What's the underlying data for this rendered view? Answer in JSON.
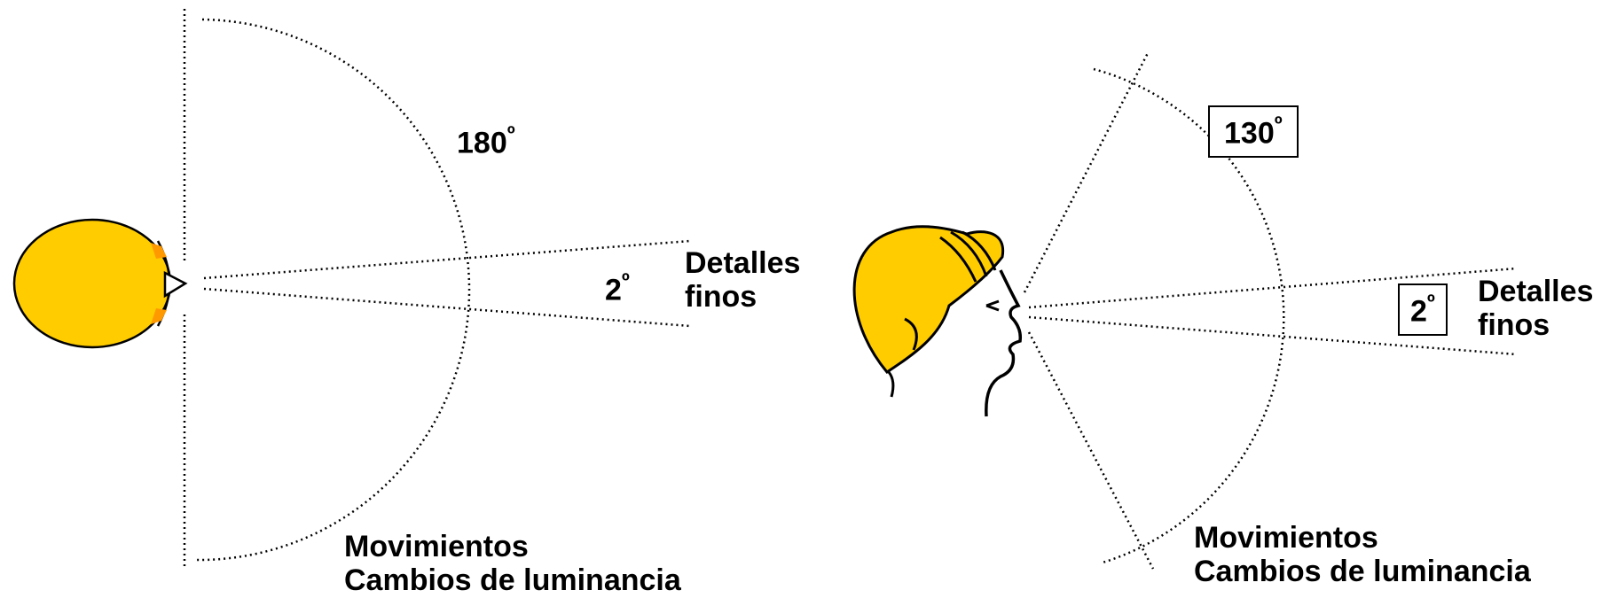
{
  "colors": {
    "head": "#FFCC00",
    "ear": "#FF9900",
    "line": "#000000"
  },
  "top_view": {
    "wide_angle": {
      "value": "180",
      "degree": "º"
    },
    "narrow_angle": {
      "value": "2",
      "degree": "º"
    },
    "detail_label": [
      "Detalles",
      "finos"
    ],
    "periphery_label": [
      "Movimientos",
      "Cambios de luminancia"
    ]
  },
  "side_view": {
    "wide_angle": {
      "value": "130",
      "degree": "º"
    },
    "narrow_angle": {
      "value": "2",
      "degree": "º"
    },
    "detail_label": [
      "Detalles",
      "finos"
    ],
    "periphery_label": [
      "Movimientos",
      "Cambios de luminancia"
    ]
  }
}
